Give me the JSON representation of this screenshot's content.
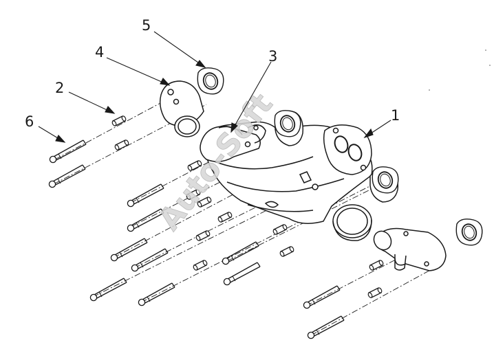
{
  "callouts": [
    {
      "id": "1",
      "text": "1"
    },
    {
      "id": "2",
      "text": "2"
    },
    {
      "id": "3",
      "text": "3"
    },
    {
      "id": "4",
      "text": "4"
    },
    {
      "id": "5",
      "text": "5"
    },
    {
      "id": "6",
      "text": "6"
    }
  ],
  "watermark": {
    "text": "Auto-Soft"
  },
  "colors": {
    "line": "#1a1a1a",
    "fill": "#ffffff",
    "watermark": "#d6d6d6"
  }
}
